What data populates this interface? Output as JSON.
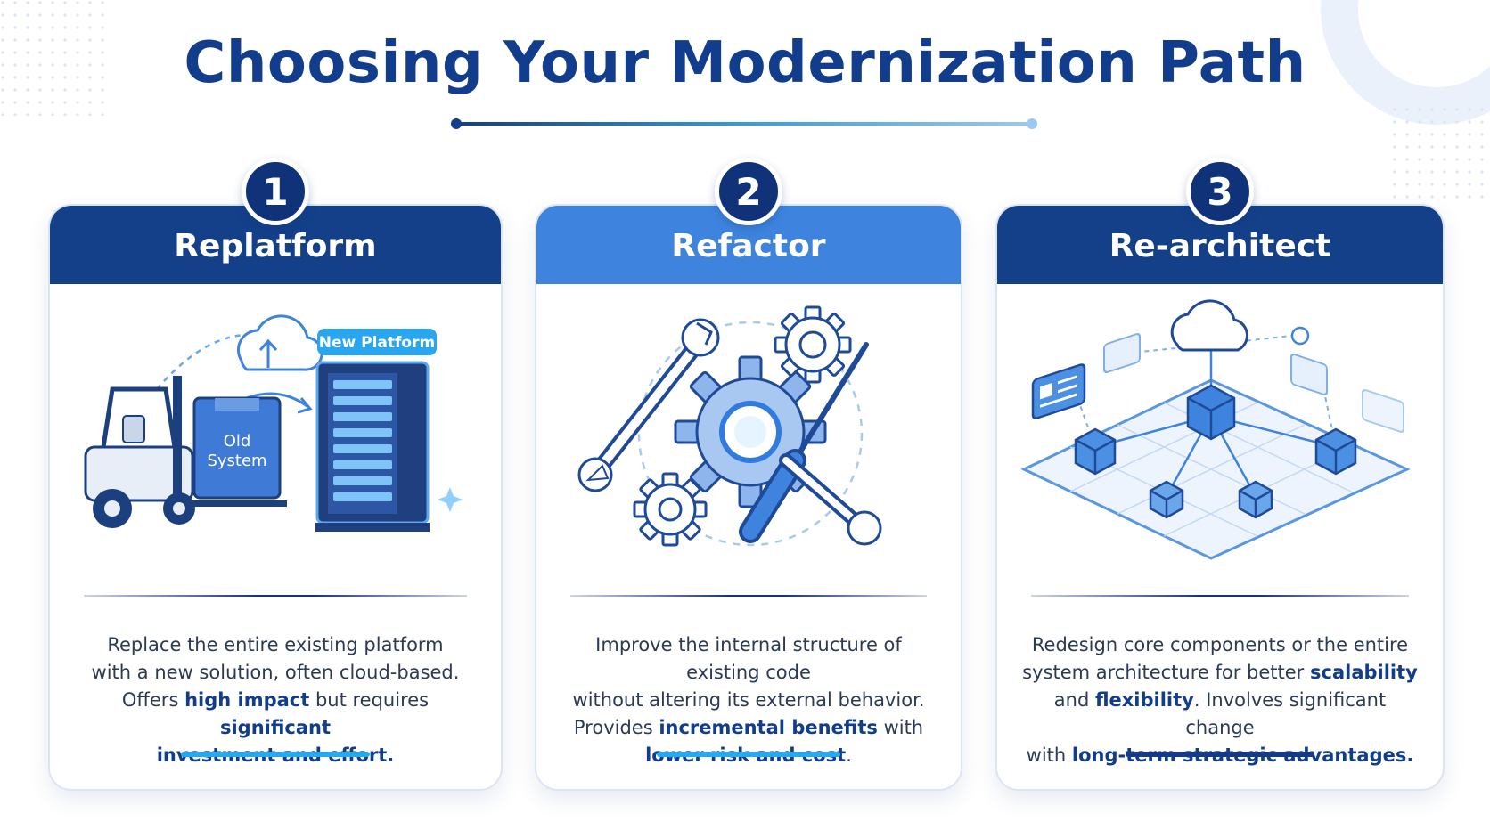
{
  "title": "Choosing Your Modernization Path",
  "colors": {
    "navy": "#134089",
    "accent_blue": "#3e84de",
    "cyan": "#29a9ec",
    "text": "#2b3a55"
  },
  "cards": [
    {
      "number": "1",
      "heading": "Replatform",
      "illustration": "forklift-moving-old-system-to-new-platform",
      "labels": {
        "new_platform": "New Platform",
        "old": "Old",
        "system": "System"
      },
      "description": [
        {
          "text": "Replace the entire existing platform",
          "bold": false
        },
        {
          "br": true
        },
        {
          "text": "with a new solution, often cloud-based.",
          "bold": false
        },
        {
          "br": true
        },
        {
          "text": "Offers ",
          "bold": false
        },
        {
          "text": "high impact",
          "bold": true
        },
        {
          "text": " but requires ",
          "bold": false
        },
        {
          "text": "significant",
          "bold": true
        },
        {
          "br": true
        },
        {
          "text": "investment and effort.",
          "bold": true
        }
      ]
    },
    {
      "number": "2",
      "heading": "Refactor",
      "illustration": "gears-wrench-screwdriver",
      "description": [
        {
          "text": "Improve the internal structure of existing code",
          "bold": false
        },
        {
          "br": true
        },
        {
          "text": "without altering its external behavior.",
          "bold": false
        },
        {
          "br": true
        },
        {
          "text": "Provides ",
          "bold": false
        },
        {
          "text": "incremental benefits",
          "bold": true
        },
        {
          "text": " with",
          "bold": false
        },
        {
          "br": true
        },
        {
          "text": "lower risk and cost",
          "bold": true
        },
        {
          "text": ".",
          "bold": false
        }
      ]
    },
    {
      "number": "3",
      "heading": "Re-architect",
      "illustration": "isometric-cloud-architecture-network",
      "description": [
        {
          "text": "Redesign core components or the entire",
          "bold": false
        },
        {
          "br": true
        },
        {
          "text": "system architecture for better ",
          "bold": false
        },
        {
          "text": "scalability",
          "bold": true
        },
        {
          "br": true
        },
        {
          "text": "and ",
          "bold": false
        },
        {
          "text": "flexibility",
          "bold": true
        },
        {
          "text": ". Involves significant change",
          "bold": false
        },
        {
          "br": true
        },
        {
          "text": "with ",
          "bold": false
        },
        {
          "text": "long-term strategic advantages.",
          "bold": true
        }
      ]
    }
  ]
}
